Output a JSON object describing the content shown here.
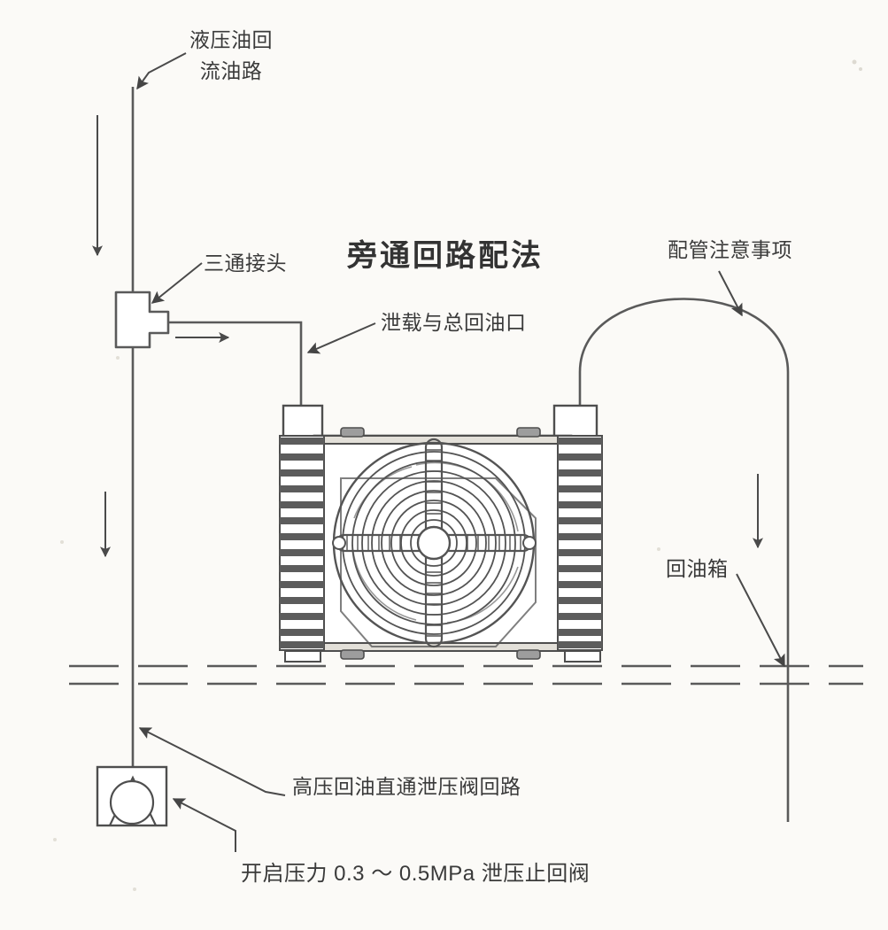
{
  "diagram": {
    "title": "旁通回路配法",
    "labels": {
      "return_line": "液压油回\n流油路",
      "return_line_l1": "液压油回",
      "return_line_l2": "流油路",
      "tee_fitting": "三通接头",
      "drain_and_main_return_port": "泄载与总回油口",
      "piping_notes": "配管注意事项",
      "return_tank": "回油箱",
      "high_pressure_bypass": "高压回油直通泄压阀回路",
      "relief_check_valve": "开启压力 0.3 ～ 0.5MPa 泄压止回阀"
    },
    "components": {
      "cooler": "air-cooled-oil-cooler",
      "fan": "cooling-fan",
      "tee": "tee-fitting",
      "check_valve": "relief-check-valve",
      "tank_level": "oil-tank-level"
    },
    "flow_arrows": [
      {
        "name": "down-arrow-upper-left",
        "direction": "down"
      },
      {
        "name": "down-arrow-lower-left",
        "direction": "down"
      },
      {
        "name": "right-arrow-branch",
        "direction": "right"
      },
      {
        "name": "down-arrow-right-return",
        "direction": "down"
      }
    ],
    "colors": {
      "line": "#4a4a4a",
      "text": "#3a3a3a",
      "background": "#fbfaf7",
      "fin": "#5c5c5c"
    }
  }
}
